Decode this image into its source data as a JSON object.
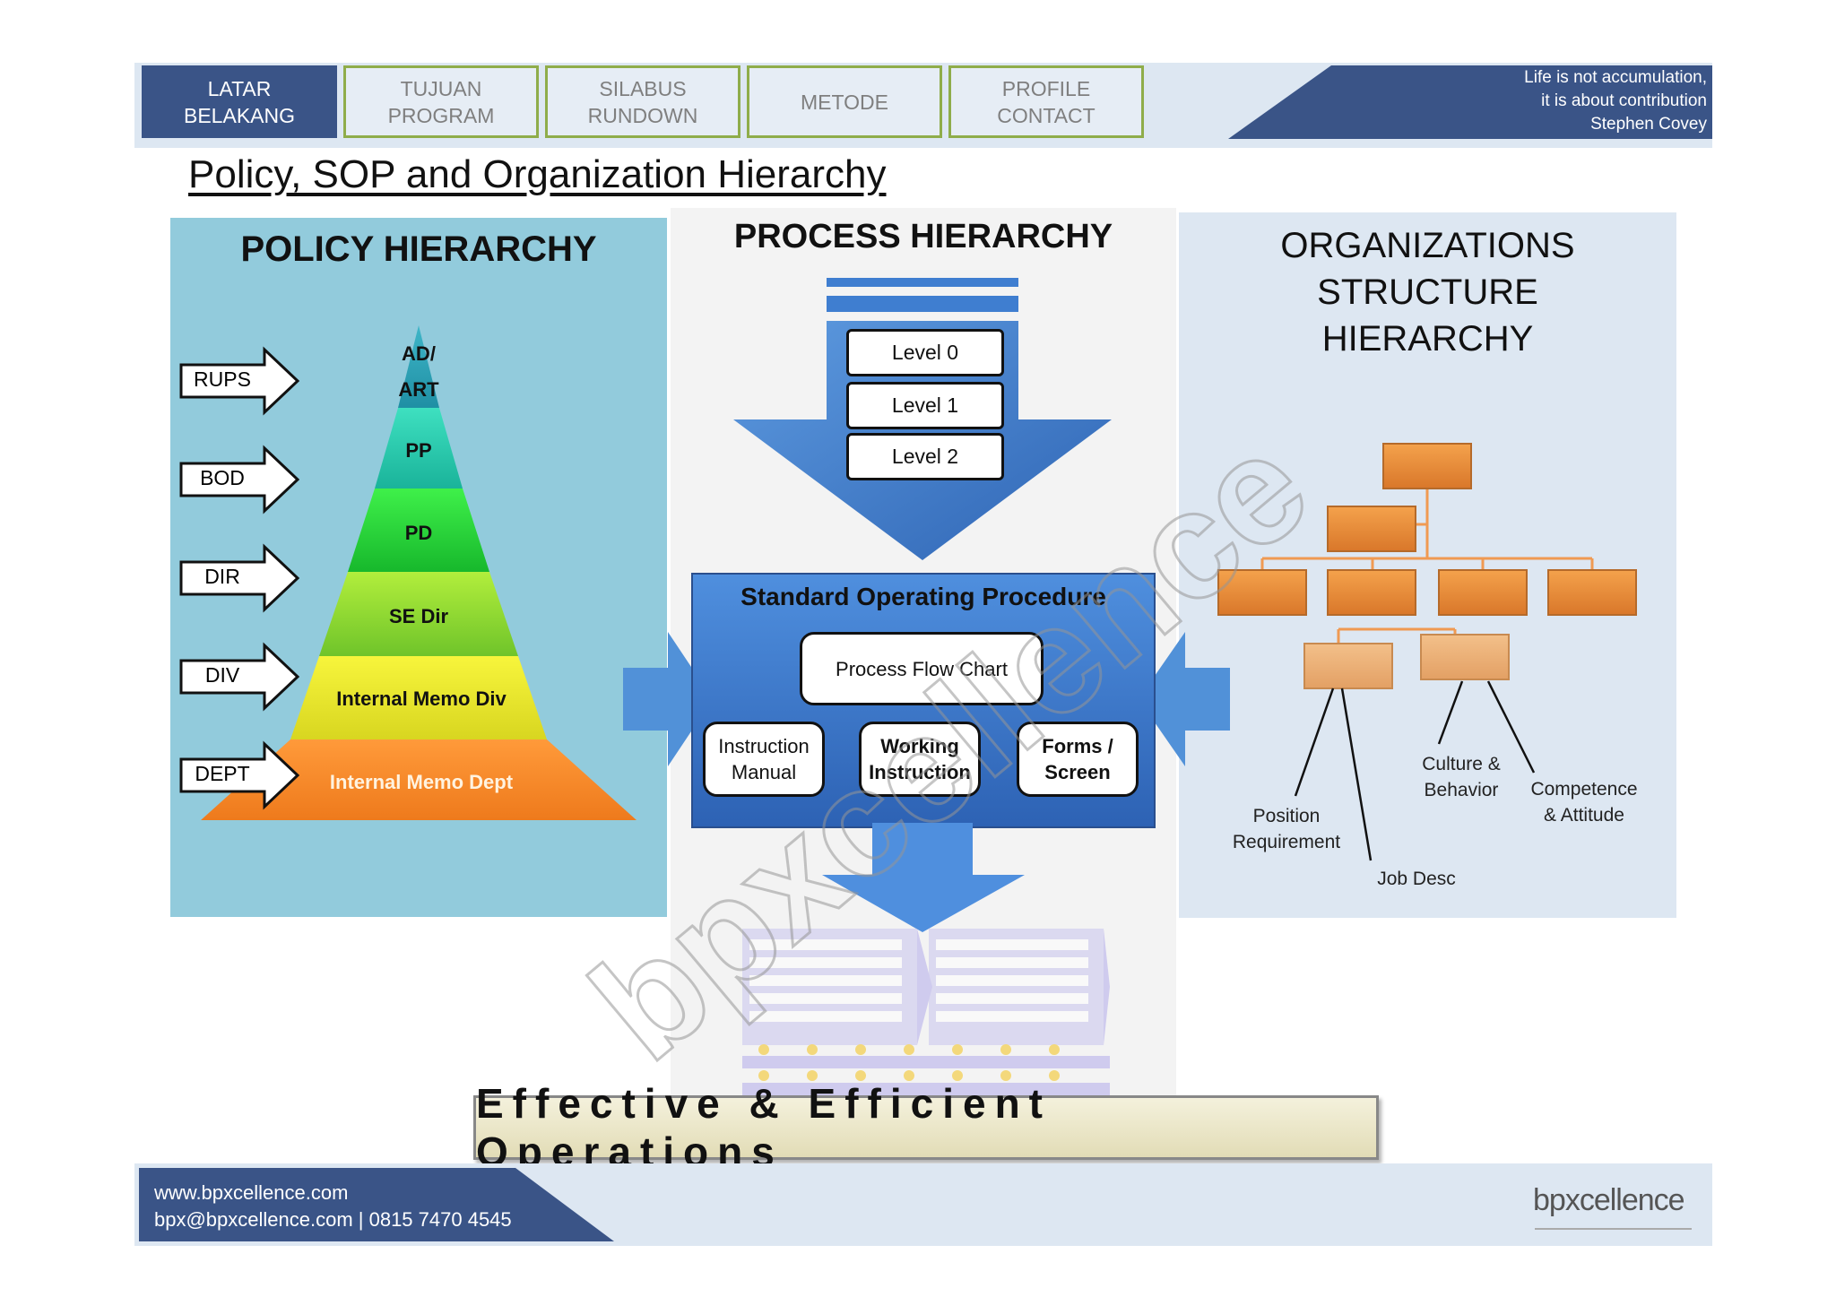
{
  "nav": {
    "tabs": [
      {
        "label": "LATAR\nBELAKANG",
        "active": true
      },
      {
        "label": "TUJUAN\nPROGRAM",
        "active": false
      },
      {
        "label": "SILABUS\nRUNDOWN",
        "active": false
      },
      {
        "label": "METODE",
        "active": false
      },
      {
        "label": "PROFILE\nCONTACT",
        "active": false
      }
    ],
    "quote": "Life is not accumulation,\nit is about contribution\nStephen Covey"
  },
  "page_title": "Policy, SOP and Organization Hierarchy",
  "policy": {
    "title": "POLICY HIERARCHY",
    "arrows": [
      "RUPS",
      "BOD",
      "DIR",
      "DIV",
      "DEPT"
    ],
    "levels": [
      "AD/\nART",
      "PP",
      "PD",
      "SE Dir",
      "Internal Memo Div",
      "Internal Memo Dept"
    ]
  },
  "process": {
    "title": "PROCESS HIERARCHY",
    "levels": [
      "Level 0",
      "Level  1",
      "Level  2"
    ],
    "sop_title": "Standard Operating Procedure",
    "flow_chart": "Process Flow Chart",
    "docs": [
      "Instruction\nManual",
      "Working\nInstruction",
      "Forms /\nScreen"
    ]
  },
  "org": {
    "title": "ORGANIZATIONS STRUCTURE\nHIERARCHY",
    "labels": {
      "position": "Position\nRequirement",
      "job_desc": "Job Desc",
      "culture": "Culture &\nBehavior",
      "competence": "Competence\n& Attitude"
    }
  },
  "bottom_banner": "Effective & Efficient Operations",
  "footer": {
    "website": "www.bpxcellence.com",
    "contact": "bpx@bpxcellence.com | 0815 7470 4545",
    "logo_text": "bpxcellence"
  },
  "watermark": "bpxcellence",
  "colors": {
    "navy": "#3a5487",
    "tab_border": "#8fad4a",
    "blue_arrow": "#3f7ed0",
    "orange_box": "#e88b3a"
  }
}
